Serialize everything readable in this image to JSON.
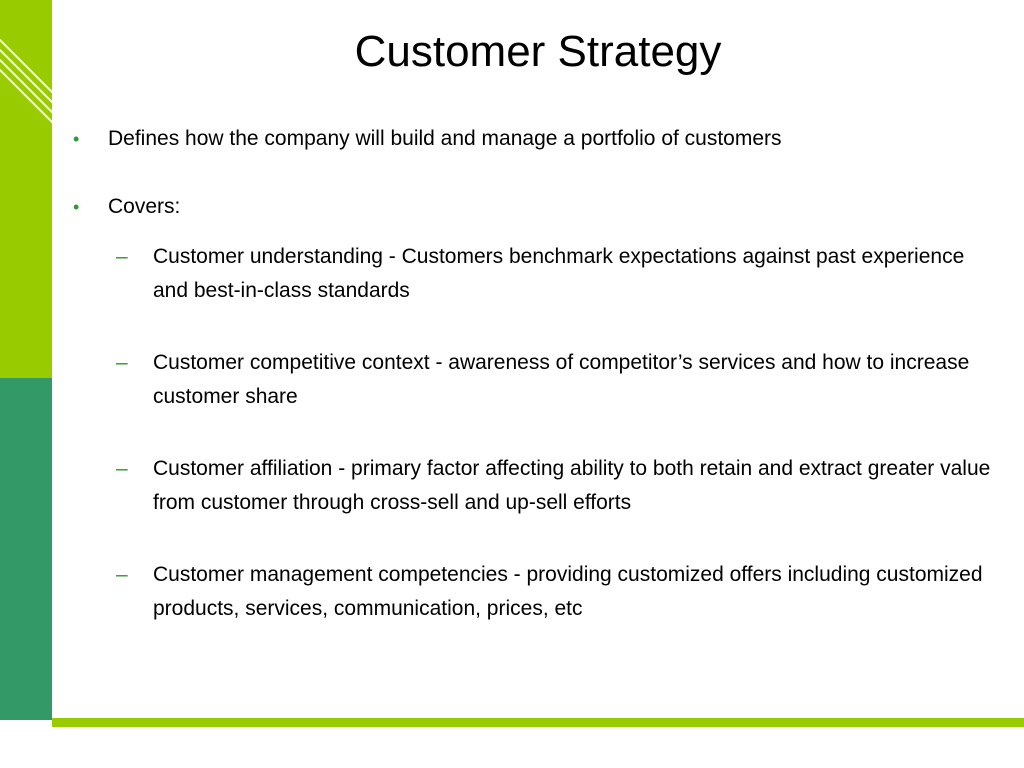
{
  "colors": {
    "lime": "#99cc00",
    "green": "#339966",
    "bullet": "#339933",
    "text": "#000000"
  },
  "slide": {
    "title": "Customer Strategy",
    "bullets": [
      {
        "marker": "•",
        "text": "Defines how the company will build and manage a portfolio of customers"
      },
      {
        "marker": "•",
        "text": "Covers:"
      }
    ],
    "sub_items": [
      {
        "marker": "–",
        "text": "Customer understanding - Customers benchmark expectations against past experience and best-in-class standards"
      },
      {
        "marker": "–",
        "text": "Customer competitive context - awareness of competitor’s services and how to increase customer share"
      },
      {
        "marker": "–",
        "text": "Customer affiliation - primary factor affecting ability to both retain and extract greater value from customer through cross-sell and up-sell efforts"
      },
      {
        "marker": "–",
        "text": "Customer management competencies - providing customized offers including customized products, services, communication, prices, etc"
      }
    ]
  }
}
